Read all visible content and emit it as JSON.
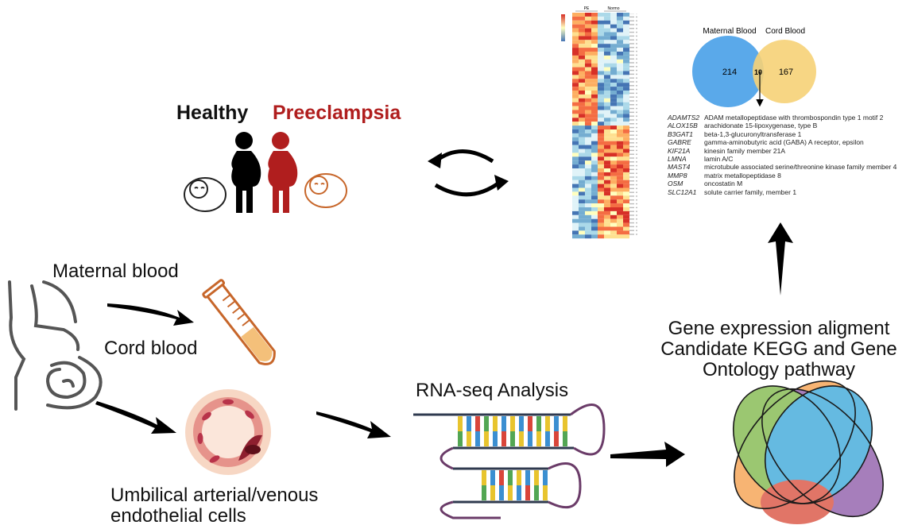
{
  "groups": {
    "healthy_label": "Healthy",
    "preeclampsia_label": "Preeclampsia",
    "preeclampsia_color": "#b01e1e"
  },
  "samples": {
    "maternal_blood": "Maternal blood",
    "cord_blood": "Cord blood",
    "endothelial_line1": "Umbilical arterial/venous",
    "endothelial_line2": "endothelial cells"
  },
  "analysis": {
    "rna_seq": "RNA-seq Analysis",
    "pathway_line1": "Gene expression aligment",
    "pathway_line2": "Candidate KEGG and Gene",
    "pathway_line3": "Ontology pathway"
  },
  "heatmap": {
    "col_labels": [
      "PE",
      "Normo"
    ]
  },
  "venn": {
    "left_label": "Maternal Blood",
    "right_label": "Cord Blood",
    "left_only": "214",
    "overlap": "10",
    "right_only": "167",
    "left_color": "#5aa9ea",
    "right_color": "#f6d277"
  },
  "genes": [
    {
      "symbol": "ADAMTS2",
      "name": "ADAM metallopeptidase with thrombospondin type 1 motif 2"
    },
    {
      "symbol": "ALOX15B",
      "name": "arachidonate 15-lipoxygenase, type B"
    },
    {
      "symbol": "B3GAT1",
      "name": "beta-1,3-glucuronyltransferase 1"
    },
    {
      "symbol": "GABRE",
      "name": "gamma-aminobutyric acid (GABA) A receptor, epsilon"
    },
    {
      "symbol": "KIF21A",
      "name": "kinesin family member 21A"
    },
    {
      "symbol": "LMNA",
      "name": "lamin A/C"
    },
    {
      "symbol": "MAST4",
      "name": "microtubule associated serine/threonine kinase family member 4"
    },
    {
      "symbol": "MMP8",
      "name": "matrix metallopeptidase 8"
    },
    {
      "symbol": "OSM",
      "name": "oncostatin M"
    },
    {
      "symbol": "SLC12A1",
      "name": "solute carrier family, member 1"
    }
  ],
  "icons": {
    "pregnant_figures": "pregnant-woman-icon",
    "babies": "baby-icon",
    "anatomy": "pregnant-abdomen-icon",
    "tube": "test-tube-icon",
    "vessel": "vessel-cross-section-icon",
    "rna": "rna-hairpin-icon",
    "ellipses": "four-set-venn-icon"
  }
}
